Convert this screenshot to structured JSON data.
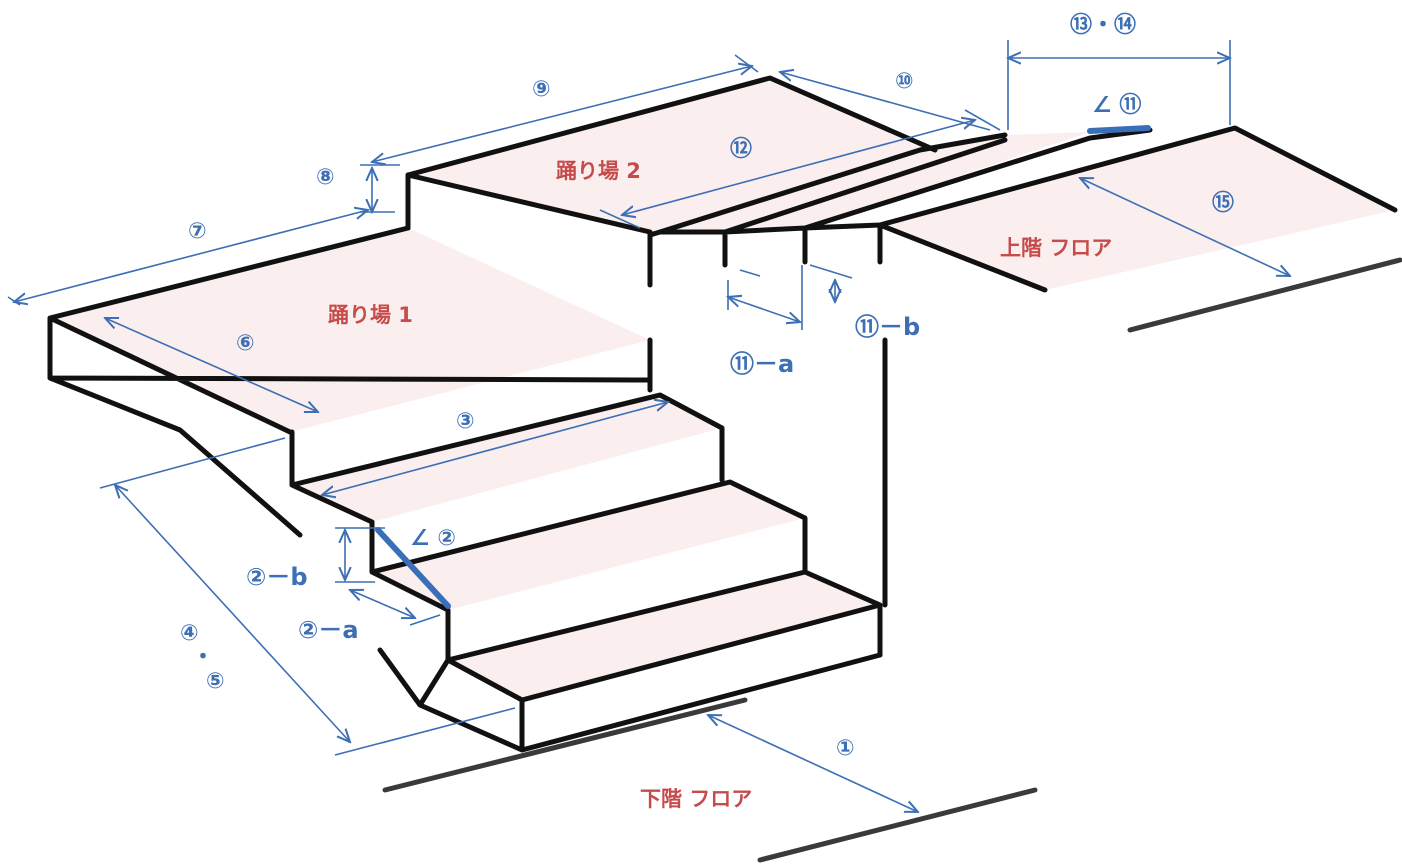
{
  "colors": {
    "outline": "#111111",
    "dimension": "#3d6fb4",
    "area_label": "#c64b4b",
    "surface_fill": "#fbeeee",
    "accent_line": "#3a6fb8"
  },
  "labels": {
    "landing1": "踊り場 1",
    "landing2": "踊り場 2",
    "upper_floor": "上階 フロア",
    "lower_floor": "下階 フロア"
  },
  "dimensions": {
    "d1": "①",
    "d2a": "②－a",
    "d2b": "②－b",
    "angle2": "∠ ②",
    "d3": "③",
    "d45_a": "④",
    "d45_dot": "・",
    "d45_b": "⑤",
    "d6": "⑥",
    "d7": "⑦",
    "d8": "⑧",
    "d9": "⑨",
    "d10": "⑩",
    "d11a": "⑪－a",
    "d11b": "⑪－b",
    "angle11": "∠ ⑪",
    "d12": "⑫",
    "d1314": "⑬・⑭",
    "d15": "⑮"
  }
}
